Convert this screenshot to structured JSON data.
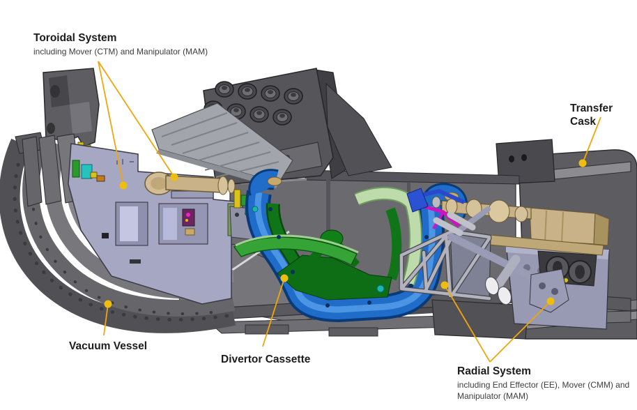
{
  "annotations": {
    "toroidal_system": {
      "title": "Toroidal System",
      "subtitle": "including Mover (CTM) and Manipulator (MAM)"
    },
    "transfer_cask": {
      "title": "Transfer Cask"
    },
    "vacuum_vessel": {
      "title": "Vacuum Vessel"
    },
    "divertor_cassette": {
      "title": "Divertor Cassette"
    },
    "radial_system": {
      "title": "Radial System",
      "subtitle": "including End Effector (EE), Mover (CMM) and Manipulator (MAM)"
    }
  },
  "colors": {
    "background": "#ffffff",
    "leader_line": "#F2A50C",
    "leader_dot": "#EFBC10",
    "label_title": "#1c1c1c",
    "label_subtitle": "#3d3d3d",
    "vessel_gray": "#5a5a5e",
    "cask_gray": "#5d5d61",
    "platform_lavender": "#a6a7c3",
    "cassette_blue": "#1f6cc9",
    "cassette_green": "#0f7518",
    "cassette_sage": "#bedbab",
    "manipulator_tan": "#c9b288",
    "linkage_magenta": "#cf13c4"
  }
}
